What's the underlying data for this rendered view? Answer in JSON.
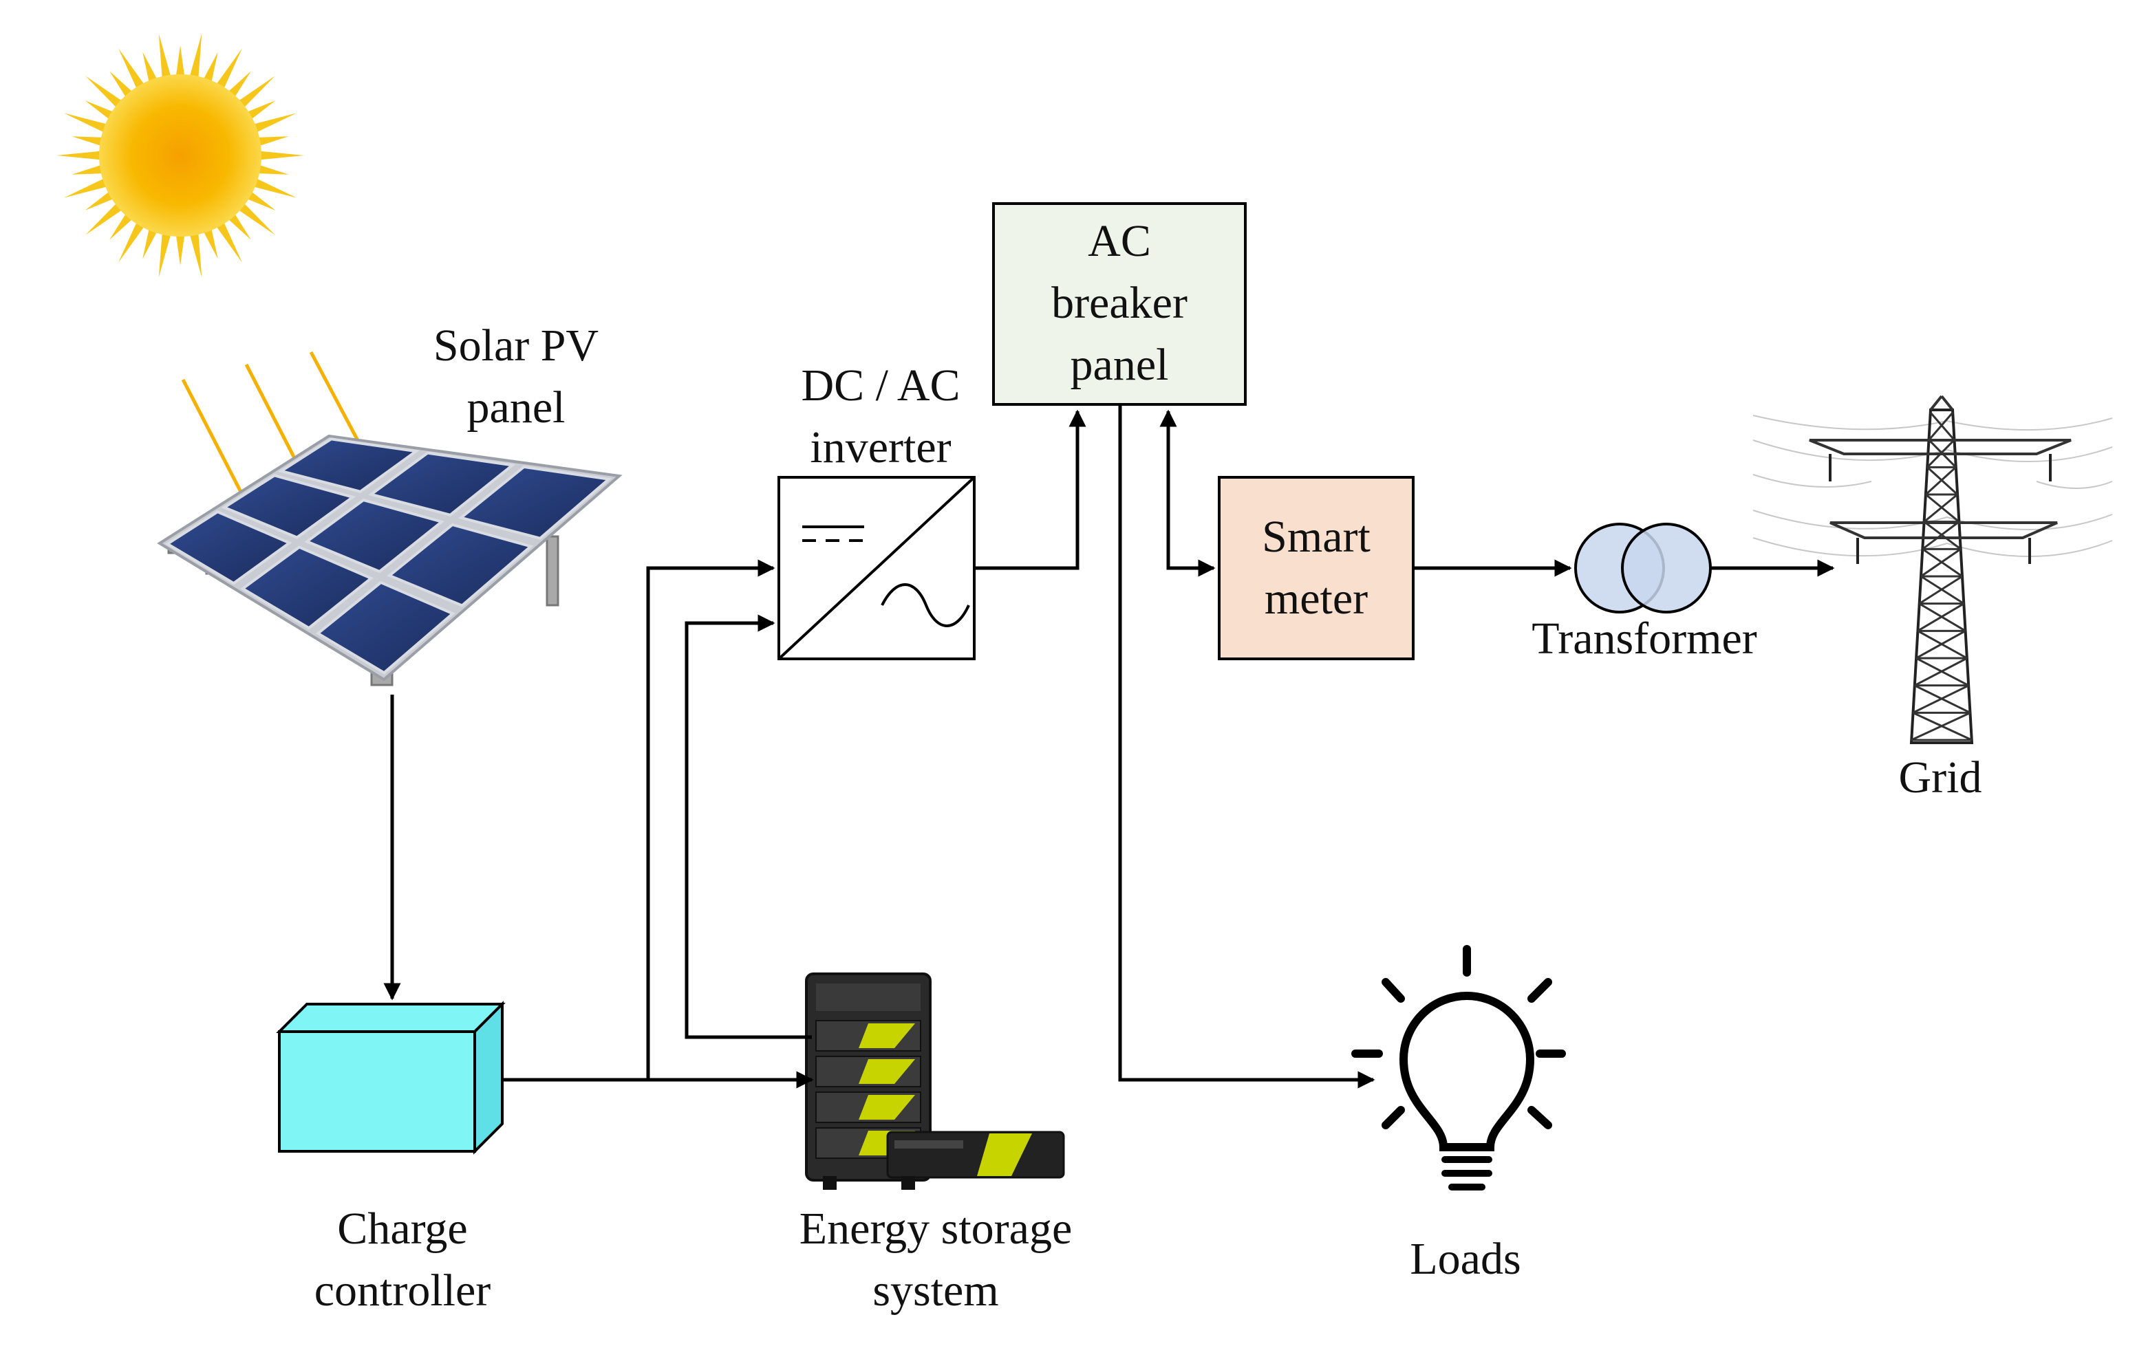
{
  "labels": {
    "solar_pv_line1": "Solar PV",
    "solar_pv_line2": "panel",
    "inverter_line1": "DC / AC",
    "inverter_line2": "inverter",
    "ac_breaker_line1": "AC",
    "ac_breaker_line2": "breaker",
    "ac_breaker_line3": "panel",
    "smart_meter_line1": "Smart",
    "smart_meter_line2": "meter",
    "transformer": "Transformer",
    "grid": "Grid",
    "charge_controller_line1": "Charge",
    "charge_controller_line2": "controller",
    "energy_storage_line1": "Energy storage",
    "energy_storage_line2": "system",
    "loads": "Loads"
  },
  "icons": {
    "sun": "sun-icon",
    "solar_panel": "solar-panel-icon",
    "charge_controller": "charge-controller-box-icon",
    "inverter": "dc-ac-inverter-symbol-icon",
    "battery": "battery-rack-icon",
    "transformer": "transformer-symbol-icon",
    "tower": "transmission-tower-icon",
    "bulb": "light-bulb-icon"
  },
  "colors": {
    "line": "#000000",
    "sun_core": "#f5a300",
    "sun_rays": "#f7c61a",
    "solar_rays": "#f5b000",
    "panel_cell": "#243a78",
    "charge_controller_fill": "#7ff5f5",
    "ac_breaker_fill": "#eef4ea",
    "smart_meter_fill": "#f9dfcd",
    "transformer_fill": "#c8d7ee"
  }
}
